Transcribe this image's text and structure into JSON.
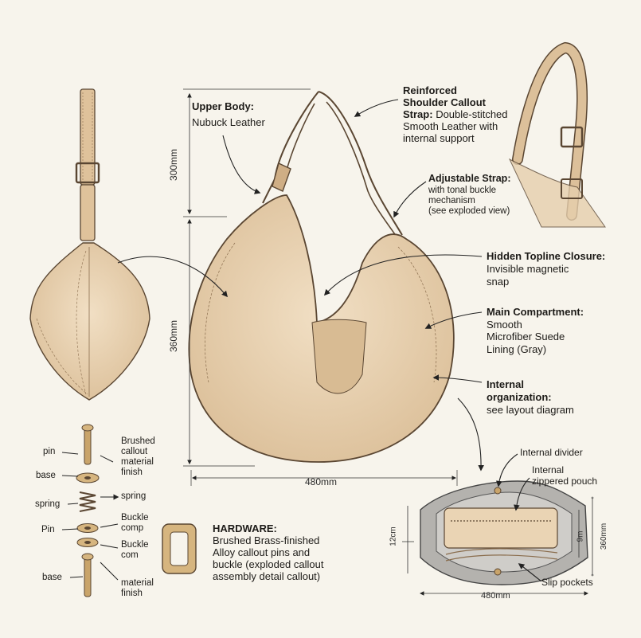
{
  "callouts": {
    "upper_body": {
      "title": "Upper Body:",
      "text": "Nubuck Leather"
    },
    "shoulder_strap": {
      "title_line1": "Reinforced",
      "title_line2": "Shoulder Callout",
      "title_line3": "Strap:",
      "text_inline": "Double-stitched",
      "text_line2": "Smooth Leather with",
      "text_line3": "internal support"
    },
    "adjustable_strap": {
      "title": "Adjustable Strap:",
      "line1": "with  tonal buckle",
      "line2": "mechanism",
      "line3": "(see exploded view)"
    },
    "topline_closure": {
      "title": "Hidden Topline Closure:",
      "line1": "Invisible magnetic",
      "line2": "snap"
    },
    "main_compartment": {
      "title": "Main Compartment:",
      "line1": "Smooth",
      "line2": "Microfiber Suede",
      "line3": "Lining (Gray)"
    },
    "internal_org": {
      "title_line1": "Internal",
      "title_line2": "organization:",
      "text": "see layout diagram"
    }
  },
  "dimensions": {
    "height_upper": "300mm",
    "height_lower": "360mm",
    "width": "480mm",
    "interior_width": "480mm",
    "interior_height_left": "12cm",
    "interior_height_mid": "9m",
    "interior_height_right": "360mm"
  },
  "interior": {
    "divider": "Internal divider",
    "pouch_line1": "Internal",
    "pouch_line2": "zippered pouch",
    "slip": "Slip pockets"
  },
  "hardware_parts": {
    "pin": "pin",
    "base": "base",
    "spring": "spring",
    "pin2": "Pin",
    "base2": "base",
    "brushed_line1": "Brushed",
    "brushed_line2": "callout",
    "brushed_line3": "material",
    "brushed_line4": "finish",
    "spring_right": "spring",
    "buckle_comp_line1": "Buckle",
    "buckle_comp_line2": "comp",
    "buckle_com_line1": "Buckle",
    "buckle_com_line2": "com",
    "material_line1": "material",
    "material_line2": "finish"
  },
  "hardware_note": {
    "title": "HARDWARE:",
    "line1": "Brushed Brass-finished",
    "line2": "Alloy callout pins and",
    "line3": "buckle (exploded callout",
    "line4": "assembly detail callout)"
  },
  "colors": {
    "leather": "#e9d3b3",
    "leather_shade": "#d2b48c",
    "outline": "#5a4632",
    "lining": "#a9a7a2",
    "brass": "#c9a46a",
    "background": "#f7f4ec"
  }
}
